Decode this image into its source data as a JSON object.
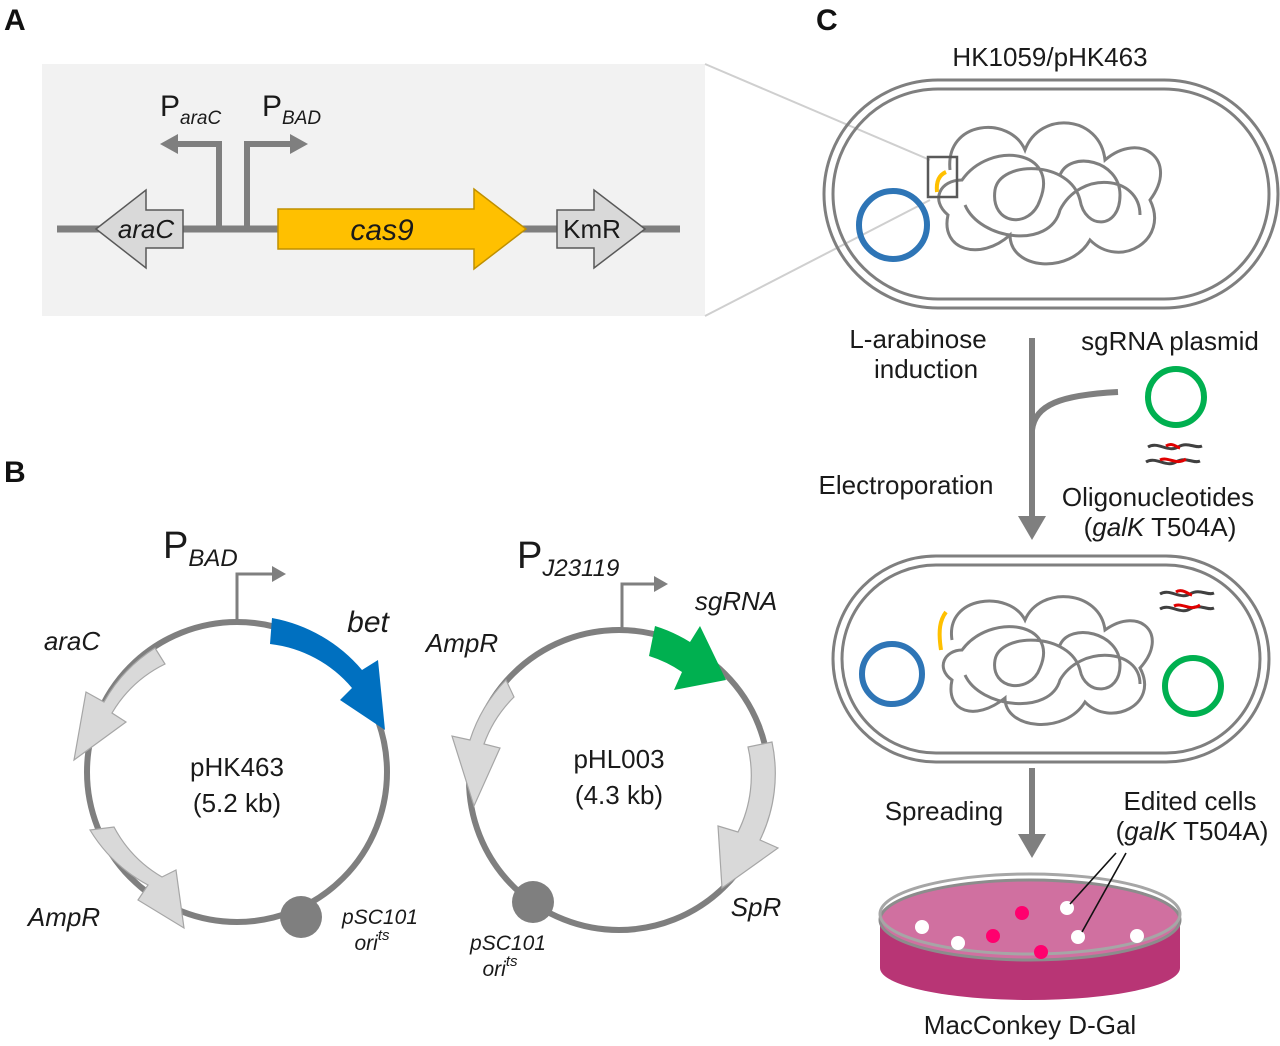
{
  "panels": {
    "a": "A",
    "b": "B",
    "c": "C"
  },
  "panel_a": {
    "promoter_left": {
      "main": "P",
      "sub": "araC"
    },
    "promoter_right": {
      "main": "P",
      "sub": "BAD"
    },
    "genes": {
      "arac": "araC",
      "cas9": "cas9",
      "kmr": "KmR"
    }
  },
  "panel_b": {
    "plasmid1": {
      "promoter": {
        "main": "P",
        "sub": "BAD"
      },
      "name": "pHK463",
      "size": "(5.2 kb)",
      "genes": {
        "bet": "bet",
        "arac": "araC",
        "ampr": "AmpR"
      },
      "ori": {
        "line1": "pSC101",
        "line2": "ori",
        "sup": "ts"
      }
    },
    "plasmid2": {
      "promoter": {
        "main": "P",
        "sub": "J23119"
      },
      "name": "pHL003",
      "size": "(4.3 kb)",
      "genes": {
        "sgrna": "sgRNA",
        "ampr": "AmpR",
        "spr": "SpR"
      },
      "ori": {
        "line1": "pSC101",
        "line2": "ori",
        "sup": "ts"
      }
    }
  },
  "panel_c": {
    "strain": "HK1059/pHK463",
    "induction_line1": "L-arabinose",
    "induction_line2": "induction",
    "sgrna_plasmid": "sgRNA plasmid",
    "electroporation": "Electroporation",
    "oligo_line1": "Oligonucleotides",
    "oligo_line2_open": "(",
    "oligo_line2_gene": "galK",
    "oligo_line2_rest": " T504A)",
    "spreading": "Spreading",
    "edited_line1": "Edited cells",
    "edited_line2_open": "(",
    "edited_line2_gene": "galK",
    "edited_line2_rest": " T504A)",
    "plate": "MacConkey D-Gal"
  },
  "colors": {
    "line_gray": "#7f7f7f",
    "gene_light": "#d9d9d9",
    "cas9_yellow": "#ffc000",
    "bet_blue": "#0070c0",
    "sgrna_green": "#00b050",
    "plasmid_blue": "#2e75b6",
    "plate_magenta": "#c0397a",
    "colony_pink": "#ff006e"
  }
}
